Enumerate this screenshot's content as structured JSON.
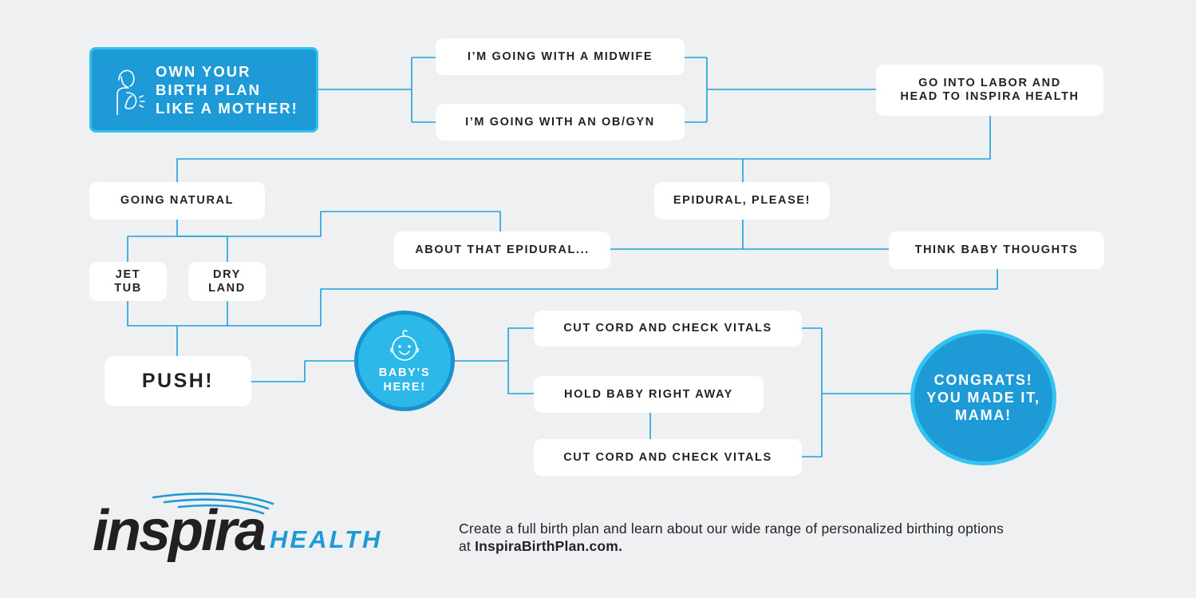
{
  "hero": {
    "lines": [
      "OWN YOUR",
      "BIRTH PLAN",
      "LIKE A MOTHER!"
    ],
    "icon": "mother-icon"
  },
  "boxes": {
    "midwife": "I’M GOING WITH A MIDWIFE",
    "obgyn": "I’M GOING WITH AN OB/GYN",
    "labor": [
      "GO INTO LABOR AND",
      "HEAD TO INSPIRA HEALTH"
    ],
    "natural": "GOING NATURAL",
    "epidural": "EPIDURAL, PLEASE!",
    "about_epidural": "ABOUT THAT EPIDURAL...",
    "think_baby": "THINK BABY THOUGHTS",
    "jet_tub": [
      "JET",
      "TUB"
    ],
    "dry_land": [
      "DRY",
      "LAND"
    ],
    "push": "PUSH!",
    "cut_cord_1": "CUT CORD AND CHECK VITALS",
    "hold_baby": "HOLD BABY RIGHT AWAY",
    "cut_cord_2": "CUT CORD AND CHECK VITALS"
  },
  "baby": {
    "lines": [
      "BABY’S",
      "HERE!"
    ],
    "icon": "baby-face-icon"
  },
  "congrats": {
    "lines": [
      "CONGRATS!",
      "YOU MADE IT,",
      "MAMA!"
    ]
  },
  "logo": {
    "word": "inspira",
    "health": "HEALTH"
  },
  "footer": {
    "line1": "Create a full birth plan and learn about our wide range of personalized birthing options",
    "prefix": "at ",
    "link": "InspiraBirthPlan.com."
  },
  "colors": {
    "accent": "#1e9bd7",
    "accent_light": "#32c0ef",
    "background": "#eff0f2",
    "text": "#1f2226"
  }
}
